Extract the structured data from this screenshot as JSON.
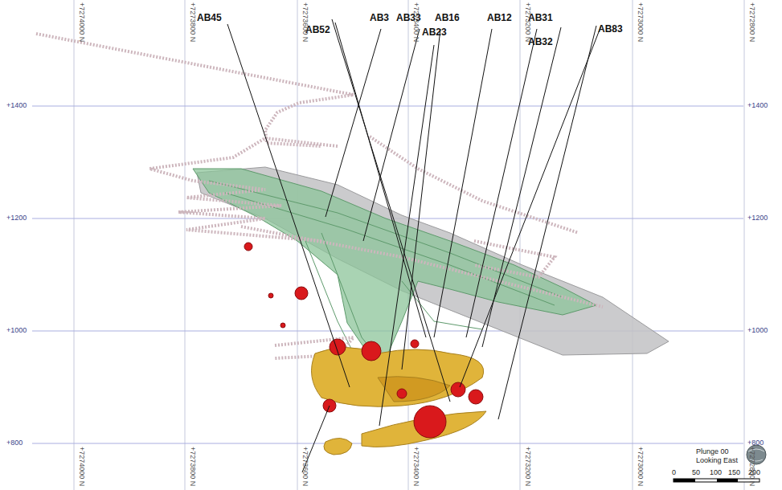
{
  "diagram": {
    "labels": [
      "AB45",
      "AB52",
      "AB3",
      "AB33",
      "AB23",
      "AB16",
      "AB12",
      "AB31",
      "AB32",
      "AB83",
      "+7274000 N",
      "+7273800 N",
      "+7273600 N",
      "+7273400 N",
      "+7273200 N",
      "+7273000 N",
      "+7272800 N",
      "+7274000 N",
      "+7273800 N",
      "+7273600 N",
      "+7273400 N",
      "+7273200 N",
      "+7273000 N",
      "+7272800 N",
      "+1400",
      "+1200",
      "+1000",
      "+800",
      "+1400",
      "+1200",
      "+1000",
      "+800",
      "Plunge 00",
      "Looking East",
      "0",
      "50",
      "100",
      "150",
      "200"
    ]
  }
}
